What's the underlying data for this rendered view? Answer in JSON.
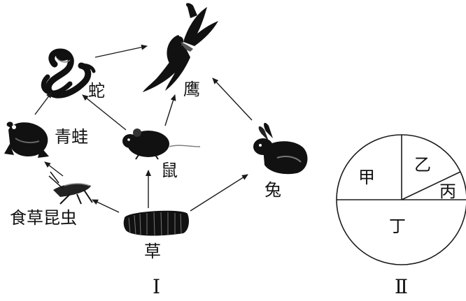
{
  "food_web": {
    "organisms": {
      "eagle": "鹰",
      "snake": "蛇",
      "frog": "青蛙",
      "mouse": "鼠",
      "rabbit": "兔",
      "insect": "食草昆虫",
      "grass": "草"
    },
    "figure_label": "Ⅰ"
  },
  "pie": {
    "segments": {
      "jia": "甲",
      "yi": "乙",
      "bing": "丙",
      "ding": "丁"
    },
    "figure_label": "Ⅱ"
  },
  "colors": {
    "ink": "#111111",
    "background": "#ffffff"
  }
}
